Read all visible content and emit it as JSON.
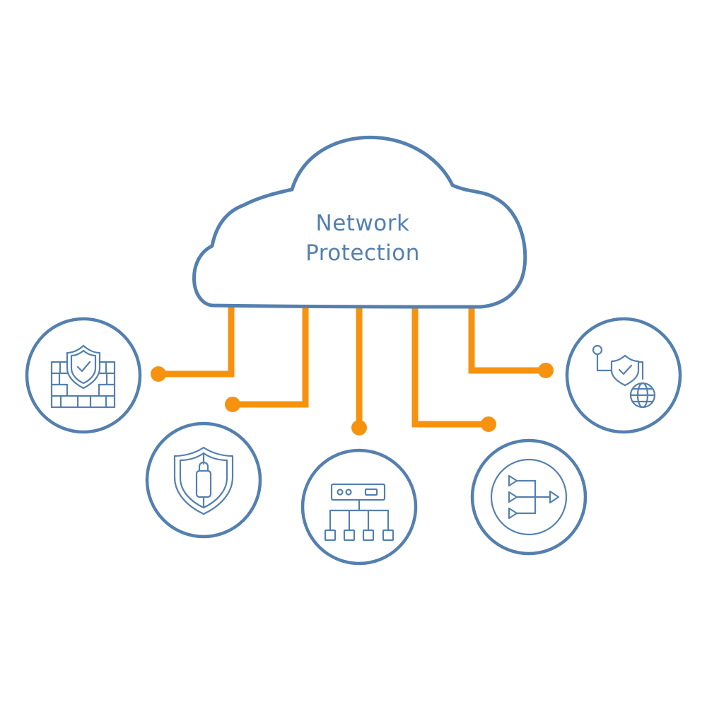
{
  "title": {
    "line1": "Network",
    "line2": "Protection"
  },
  "colors": {
    "primary": "#5480b0",
    "accent": "#f7920e",
    "background": "#ffffff"
  },
  "nodes": [
    {
      "id": "firewall",
      "icon": "firewall-shield-icon"
    },
    {
      "id": "security-lock",
      "icon": "shield-lock-icon"
    },
    {
      "id": "network-hierarchy",
      "icon": "network-hierarchy-icon"
    },
    {
      "id": "routing",
      "icon": "routing-arrows-icon"
    },
    {
      "id": "secure-web",
      "icon": "secure-web-globe-icon"
    }
  ]
}
